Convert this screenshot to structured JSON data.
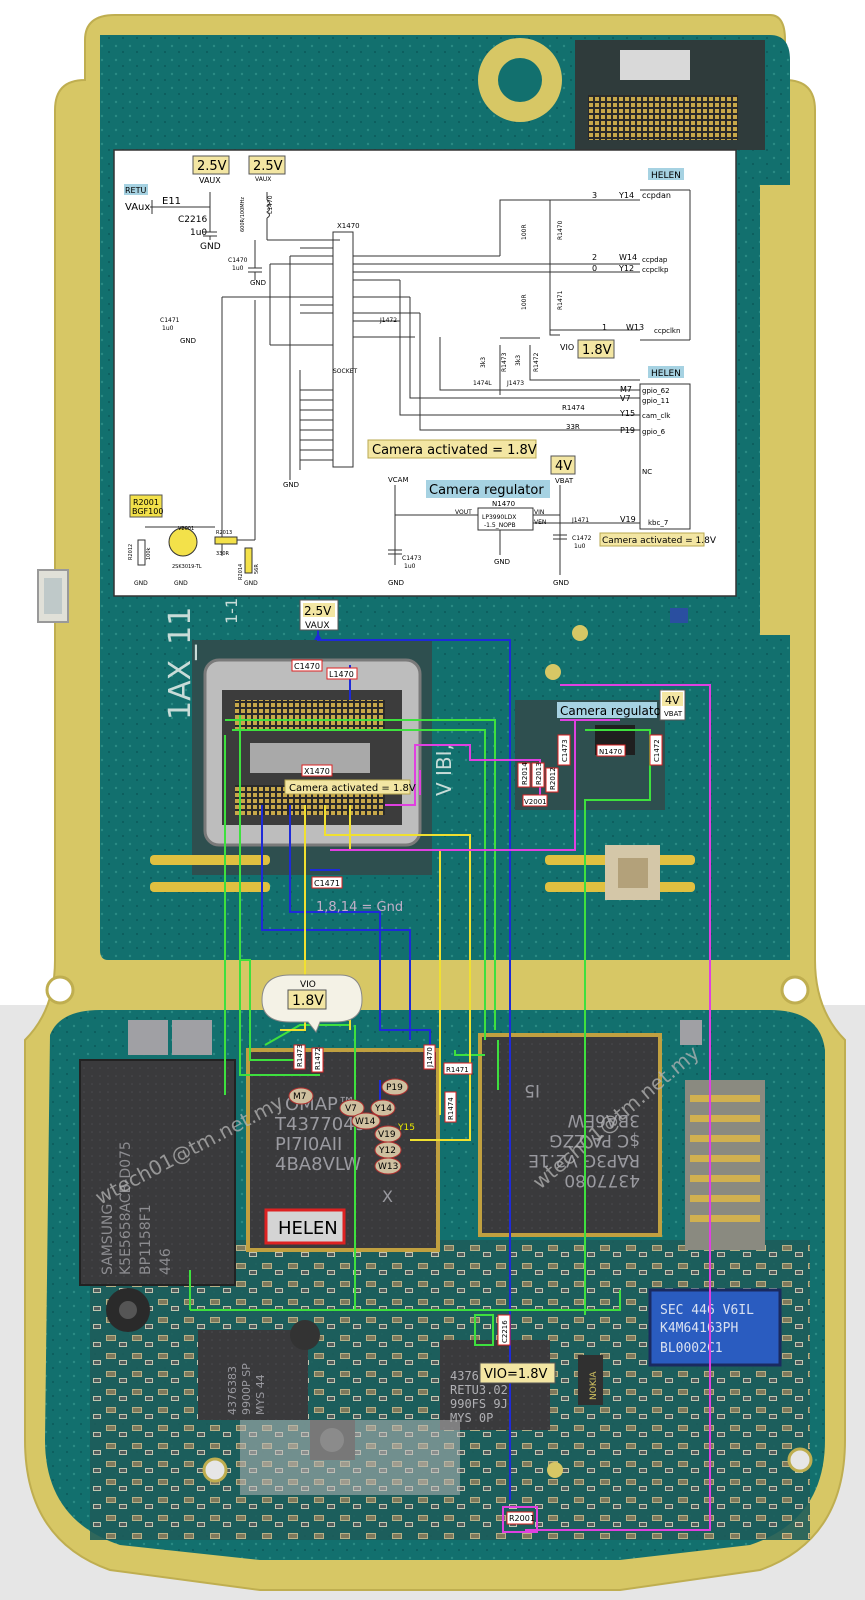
{
  "schematic": {
    "helen_top": "HELEN",
    "helen_mid": "HELEN",
    "retu": "RETU",
    "vaux_pin": "VAux",
    "e11": "E11",
    "c2216": "C2216",
    "c2216_val": "1u0",
    "gnd": "GND",
    "v25_a": "2.5V",
    "v25_b": "2.5V",
    "vaux_a": "VAUX",
    "vaux_b": "VAUX",
    "l1470": "L1470",
    "l1470_val": "600R/100MHz",
    "c1470": "C1470",
    "c1470_val": "1u0",
    "c1471": "C1471",
    "c1471_val": "1u0",
    "x1470": "X1470",
    "socket": "SOCKET",
    "j1472": "J1472",
    "r1470": "R1470",
    "r1470_val": "100R",
    "r1471": "R1471",
    "r1471_val": "100R",
    "r1472": "R1472",
    "r1473": "R1473",
    "r_val_3k3": "3k3",
    "j1473": "J1473",
    "j1474": "1474L",
    "vio": "VIO",
    "v18": "1.8V",
    "r1474": "R1474",
    "r1474_val": "33R",
    "y14": "Y14",
    "w14": "W14",
    "y12": "Y12",
    "w13": "W13",
    "m7": "M7",
    "v7": "V7",
    "y15": "Y15",
    "p19": "P19",
    "v19": "V19",
    "nc": "NC",
    "pin3": "3",
    "pin2": "2",
    "pin0": "0",
    "pin1": "1",
    "ccpdan": "ccpdan",
    "ccpdap": "ccpdap",
    "ccpclkp": "ccpclkp",
    "ccpclkn": "ccpclkn",
    "gpio62": "gpio_62",
    "gpio11": "gpio_11",
    "camclk": "cam_clk",
    "gpio6": "gpio_6",
    "kbc7": "kbc_7",
    "cam_activated": "Camera activated = 1.8V",
    "cam_activated_small": "Camera activated = 1.8V",
    "vcam": "VCAM",
    "cam_regulator": "Camera regulator",
    "v4": "4V",
    "vbat": "VBAT",
    "n1470": "N1470",
    "n1470_part": "LP3990LDX",
    "n1470_part2": "-1.5_NOPB",
    "vout": "VOUT",
    "vin": "VIN",
    "ven": "VEN",
    "j1471": "J1471",
    "c1472": "C1472",
    "c1472_val": "1u0",
    "c1473": "C1473",
    "c1473_val": "1u0",
    "r2001": "R2001",
    "bgf100": "BGF100",
    "v2001": "V2001",
    "r2012": "R2012",
    "r2013": "R2013",
    "r2013_val": "330R",
    "r2014": "R2014",
    "r2014_val": "56R",
    "r2012_val": "100k",
    "q_part": "2SK3019-TL"
  },
  "board": {
    "v25": "2.5V",
    "vaux": "VAUX",
    "c1470": "C1470",
    "l1470": "L1470",
    "x1470": "X1470",
    "cam_activated": "Camera activated = 1.8V",
    "c1471": "C1471",
    "gnd_note": "1,8,14 = Gnd",
    "cam_regulator": "Camera regulator",
    "v4": "4V",
    "vbat": "VBAT",
    "c1473": "C1473",
    "n1470": "N1470",
    "c1472": "C1472",
    "r2014": "R2014",
    "r2013": "R2013",
    "r2012": "R2012",
    "v2001": "V2001",
    "vio": "VIO",
    "v18": "1.8V",
    "r1473": "R1473",
    "r1472": "R1472",
    "j1470": "J1470",
    "r1471": "R1471",
    "r1474": "R1474",
    "p19": "P19",
    "m7": "M7",
    "v7": "V7",
    "y14": "Y14",
    "w14": "W14",
    "y15": "Y15",
    "v19": "V19",
    "y12": "Y12",
    "w13": "W13",
    "helen": "HELEN",
    "vio18": "VIO=1.8V",
    "c2216": "C2216",
    "r2001": "R2001",
    "pcb_1ax": "1AX_11",
    "pcb_1_1": "1-1",
    "pcb_v1b": "V IBI,"
  },
  "chips": {
    "samsung": [
      "SAMSUNG",
      "K5E5658ACB-D075",
      "BP1158F1",
      "446"
    ],
    "omap": [
      "OMAP™",
      "T4377049",
      "PI7I0AII",
      "4BA8VLW",
      "X"
    ],
    "rap": [
      "4377080",
      "RAP3G V2.1E",
      "$C PA ZZG",
      "3BA6EW",
      "I5"
    ],
    "sec": [
      "SEC 446 V6IL",
      "K4M64163PH",
      "BL0002C1"
    ],
    "small1": [
      "4376383",
      "9900P SP",
      "MYS 44"
    ],
    "small2": [
      "4376383",
      "RETU3.02",
      "990FS 9J",
      "MYS 0P"
    ],
    "watermark1": "wtech01@tm.net.my",
    "watermark2": "wtech01@tm.net.my",
    "nokia": "NOKIA"
  },
  "colors": {
    "pcb_green": "#0f6a6a",
    "pcb_yellow": "#d6c668",
    "wire_blue": "#1e2ad8",
    "wire_green": "#3ee03e",
    "wire_magenta": "#e040e0",
    "wire_yellow": "#f0e030",
    "label_yellow": "#f3e6a3",
    "label_blue": "#a6d2e2"
  }
}
